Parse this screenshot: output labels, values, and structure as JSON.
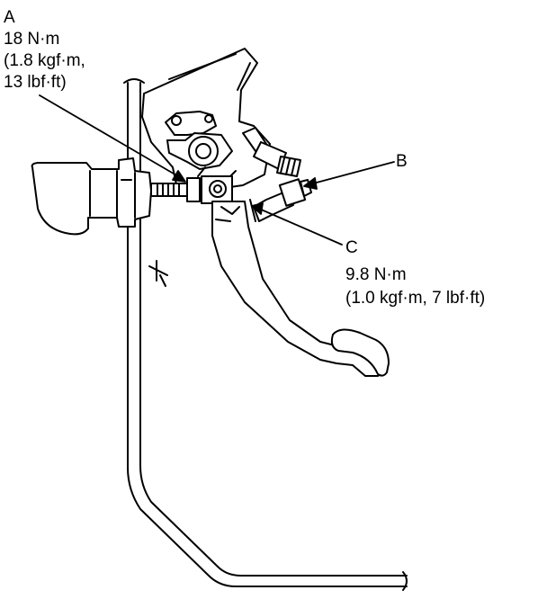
{
  "callouts": {
    "a": {
      "letter": "A",
      "torque_nm": "18 N·m",
      "torque_kgf": "(1.8 kgf·m,",
      "torque_lbf": "13 lbf·ft)"
    },
    "b": {
      "letter": "B"
    },
    "c": {
      "letter": "C",
      "torque_nm": "9.8 N·m",
      "torque_alt": "(1.0 kgf·m, 7 lbf·ft)"
    }
  },
  "colors": {
    "line": "#000000",
    "background": "#ffffff"
  }
}
